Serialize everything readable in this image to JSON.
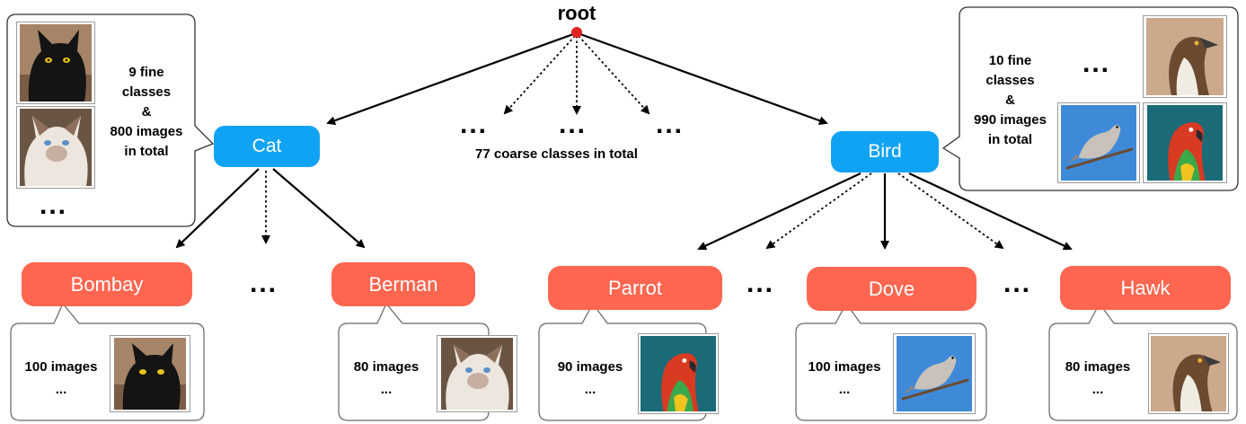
{
  "root": {
    "label": "root",
    "color": "#e0241f"
  },
  "coarse_summary": {
    "dots": "...",
    "text": "77 coarse classes in total"
  },
  "coarse_nodes": [
    {
      "label": "Cat",
      "color": "#11a3f3",
      "callout": {
        "lines": [
          "9 fine",
          "classes",
          "&",
          "800 images",
          "in total"
        ],
        "dots": "..."
      }
    },
    {
      "label": "Bird",
      "color": "#11a3f3",
      "callout": {
        "lines": [
          "10  fine",
          "classes",
          "&",
          "990 images",
          "in total"
        ],
        "dots": "..."
      }
    }
  ],
  "fine_nodes": [
    {
      "label": "Bombay",
      "count_label": "100 images",
      "more": "...",
      "image": "black-cat"
    },
    {
      "label": "Berman",
      "count_label": "80 images",
      "more": "...",
      "image": "birman-cat"
    },
    {
      "label": "Parrot",
      "count_label": "90 images",
      "more": "...",
      "image": "parrot"
    },
    {
      "label": "Dove",
      "count_label": "100 images",
      "more": "...",
      "image": "dove"
    },
    {
      "label": "Hawk",
      "count_label": "80 images",
      "more": "...",
      "image": "hawk"
    }
  ],
  "between_dots": "...",
  "colors": {
    "coarse": "#11a3f3",
    "fine": "#fe6650",
    "root_dot": "#e0241f"
  }
}
